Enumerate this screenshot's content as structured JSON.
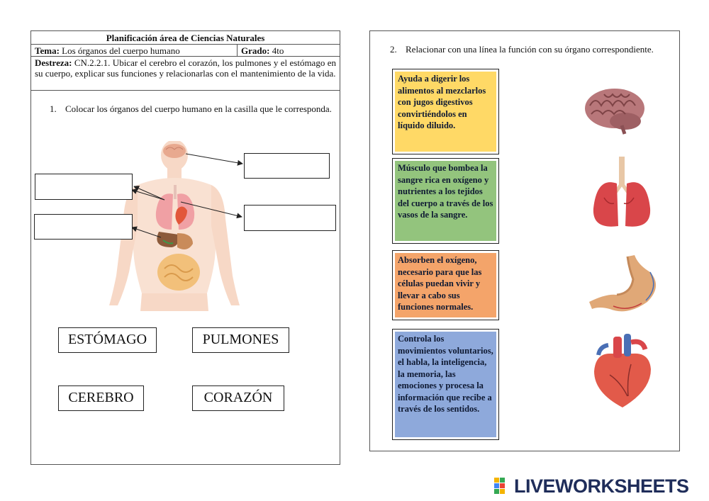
{
  "header": {
    "title": "Planificación área de Ciencias Naturales",
    "tema_label": "Tema:",
    "tema_value": " Los órganos del cuerpo humano",
    "grado_label": "Grado:",
    "grado_value": " 4to",
    "destreza_label": "Destreza:",
    "destreza_value": " CN.2.2.1. Ubicar el cerebro el corazón, los pulmones y el estómago en su cuerpo, explicar sus funciones y relacionarlas con el mantenimiento de la vida."
  },
  "activity1": {
    "number": "1.",
    "instruction": "Colocar los órganos del cuerpo humano en la casilla que le corresponda.",
    "answer_boxes": [
      "",
      "",
      "",
      ""
    ],
    "word_bank": [
      "ESTÓMAGO",
      "PULMONES",
      "CEREBRO",
      "CORAZÓN"
    ]
  },
  "activity2": {
    "number": "2.",
    "instruction": "Relacionar con una línea la función con su órgano correspondiente.",
    "functions": [
      {
        "text": "Ayuda a digerir los alimentos al mezclarlos con jugos digestivos convirtiéndolos en líquido diluido.",
        "color": "#ffd966"
      },
      {
        "text": "Músculo que bombea la sangre rica en oxígeno y nutrientes a los tejidos del cuerpo a través de los vasos de la sangre.",
        "color": "#93c47d"
      },
      {
        "text": "Absorben el oxígeno, necesario para que las células puedan vivir y llevar a cabo sus funciones normales.",
        "color": "#f4a46a"
      },
      {
        "text": "Controla los movimientos voluntarios, el habla, la inteligencia, la memoria, las emociones y procesa la información que recibe a través de los sentidos.",
        "color": "#8ea9db"
      }
    ],
    "organ_images": [
      "brain-icon",
      "lungs-icon",
      "stomach-icon",
      "heart-icon"
    ]
  },
  "brand": {
    "name": "LIVEWORKSHEETS"
  }
}
